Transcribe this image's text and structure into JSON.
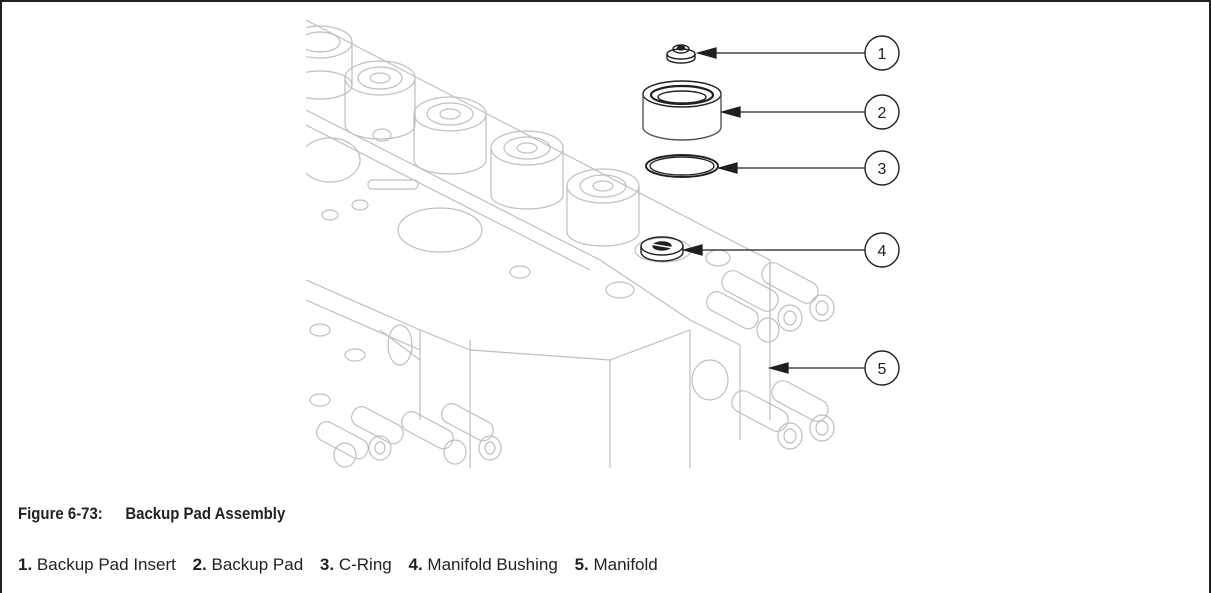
{
  "figure": {
    "number": "Figure 6-73:",
    "title": "Backup Pad Assembly"
  },
  "callouts": [
    "1",
    "2",
    "3",
    "4",
    "5"
  ],
  "legend": [
    {
      "num": "1.",
      "label": "Backup Pad Insert"
    },
    {
      "num": "2.",
      "label": "Backup Pad"
    },
    {
      "num": "3.",
      "label": "C-Ring"
    },
    {
      "num": "4.",
      "label": "Manifold Bushing"
    },
    {
      "num": "5.",
      "label": "Manifold"
    }
  ],
  "colors": {
    "line": "#231f20",
    "drawing": "#bfbfbf"
  }
}
